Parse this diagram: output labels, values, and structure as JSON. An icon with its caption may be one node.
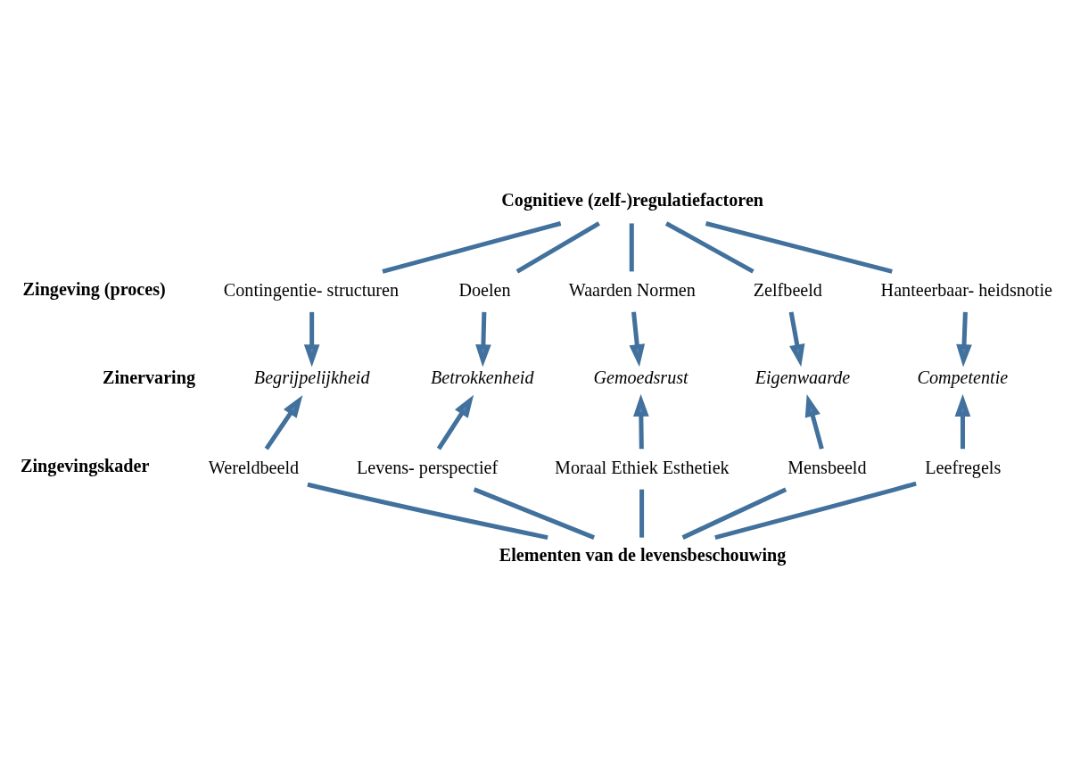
{
  "diagram": {
    "nodes": [
      {
        "text": [
          "Cognitieve (zelf-)regulatiefactoren"
        ]
      },
      {
        "text": [
          "Contingentie- structuren"
        ]
      },
      {
        "text": [
          "Doelen"
        ]
      },
      {
        "text": [
          "Waarden Normen"
        ]
      },
      {
        "text": [
          "Zelfbeeld"
        ]
      },
      {
        "text": [
          "Hanteerbaar- heidsnotie"
        ]
      },
      {
        "text": [
          "Begrijpelijkheid"
        ]
      },
      {
        "text": [
          "Betrokkenheid"
        ]
      },
      {
        "text": [
          "Gemoedsrust"
        ]
      },
      {
        "text": [
          "Eigenwaarde"
        ]
      },
      {
        "text": [
          "Competentie"
        ]
      },
      {
        "text": [
          "Wereldbeeld"
        ]
      },
      {
        "text": [
          "Levens- perspectief"
        ]
      },
      {
        "text": [
          "Moraal Ethiek Esthetiek"
        ]
      },
      {
        "text": [
          "Mensbeeld"
        ]
      },
      {
        "text": [
          "Leefregels"
        ]
      },
      {
        "text": [
          "Elementen van de levensbeschouwing"
        ]
      }
    ],
    "edges": [
      {
        "from": 0,
        "to": 1,
        "arrow": "none"
      },
      {
        "from": 0,
        "to": 2,
        "arrow": "none"
      },
      {
        "from": 0,
        "to": 3,
        "arrow": "none"
      },
      {
        "from": 0,
        "to": 4,
        "arrow": "none"
      },
      {
        "from": 0,
        "to": 5,
        "arrow": "none"
      },
      {
        "from": 1,
        "to": 6,
        "arrow": "to"
      },
      {
        "from": 2,
        "to": 7,
        "arrow": "to"
      },
      {
        "from": 3,
        "to": 8,
        "arrow": "to"
      },
      {
        "from": 4,
        "to": 9,
        "arrow": "to"
      },
      {
        "from": 5,
        "to": 10,
        "arrow": "to"
      },
      {
        "from": 11,
        "to": 6,
        "arrow": "to"
      },
      {
        "from": 12,
        "to": 7,
        "arrow": "to"
      },
      {
        "from": 13,
        "to": 8,
        "arrow": "to"
      },
      {
        "from": 14,
        "to": 9,
        "arrow": "to"
      },
      {
        "from": 15,
        "to": 10,
        "arrow": "to"
      },
      {
        "from": 16,
        "to": 11,
        "arrow": "none"
      },
      {
        "from": 16,
        "to": 12,
        "arrow": "none"
      },
      {
        "from": 16,
        "to": 13,
        "arrow": "none"
      },
      {
        "from": 16,
        "to": 14,
        "arrow": "none"
      },
      {
        "from": 16,
        "to": 15,
        "arrow": "none"
      }
    ],
    "labels": [
      "Zingeving (proces)",
      "Zinervaring",
      "Zingevingskader"
    ]
  }
}
